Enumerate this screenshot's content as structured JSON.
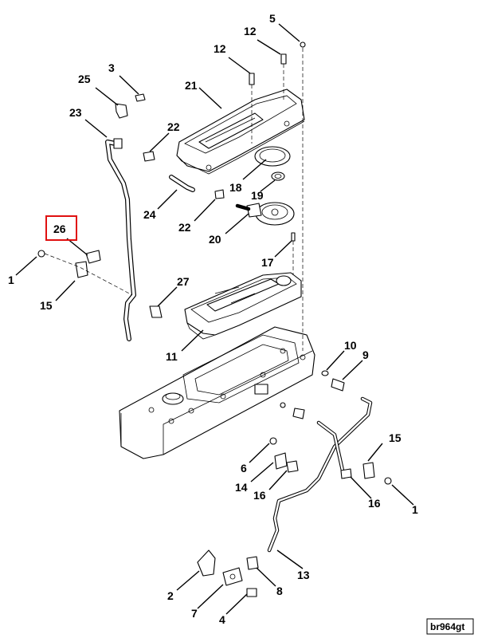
{
  "diagram": {
    "reference_code": "br964gt",
    "highlighted_callout": "26",
    "callouts": {
      "c1a": "1",
      "c1b": "1",
      "c2": "2",
      "c3": "3",
      "c4": "4",
      "c5": "5",
      "c6": "6",
      "c7": "7",
      "c8": "8",
      "c9": "9",
      "c10": "10",
      "c11": "11",
      "c12a": "12",
      "c12b": "12",
      "c13": "13",
      "c14": "14",
      "c15a": "15",
      "c15b": "15",
      "c16a": "16",
      "c16b": "16",
      "c17": "17",
      "c18": "18",
      "c19": "19",
      "c20": "20",
      "c21": "21",
      "c22a": "22",
      "c22b": "22",
      "c23": "23",
      "c24": "24",
      "c25": "25",
      "c26": "26",
      "c27": "27"
    }
  }
}
